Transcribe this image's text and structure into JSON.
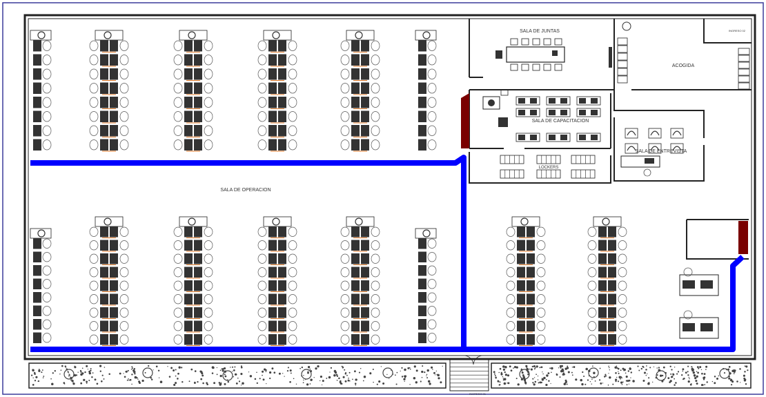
{
  "labels": {
    "sala_juntas": "SALA DE JUNTAS",
    "acogida": "ACOGIDA",
    "sala_capacitacion": "SALA DE CAPACITACION",
    "lockers": "LOCKERS",
    "sala_entrevista": "SALA DE ENTREVISTA",
    "sala_operacion": "SALA DE OPERACION",
    "ingreso_02": "INGRESO 02",
    "ingreso_01": "INGRESO 01"
  },
  "colors": {
    "frame": "#3a3a9a",
    "wall": "#222222",
    "route": "#0000ff",
    "door_panel": "#7a0000",
    "desk": "#333333",
    "chair_stroke": "#555555",
    "accent": "#e07a2a",
    "planting": "#444444"
  }
}
